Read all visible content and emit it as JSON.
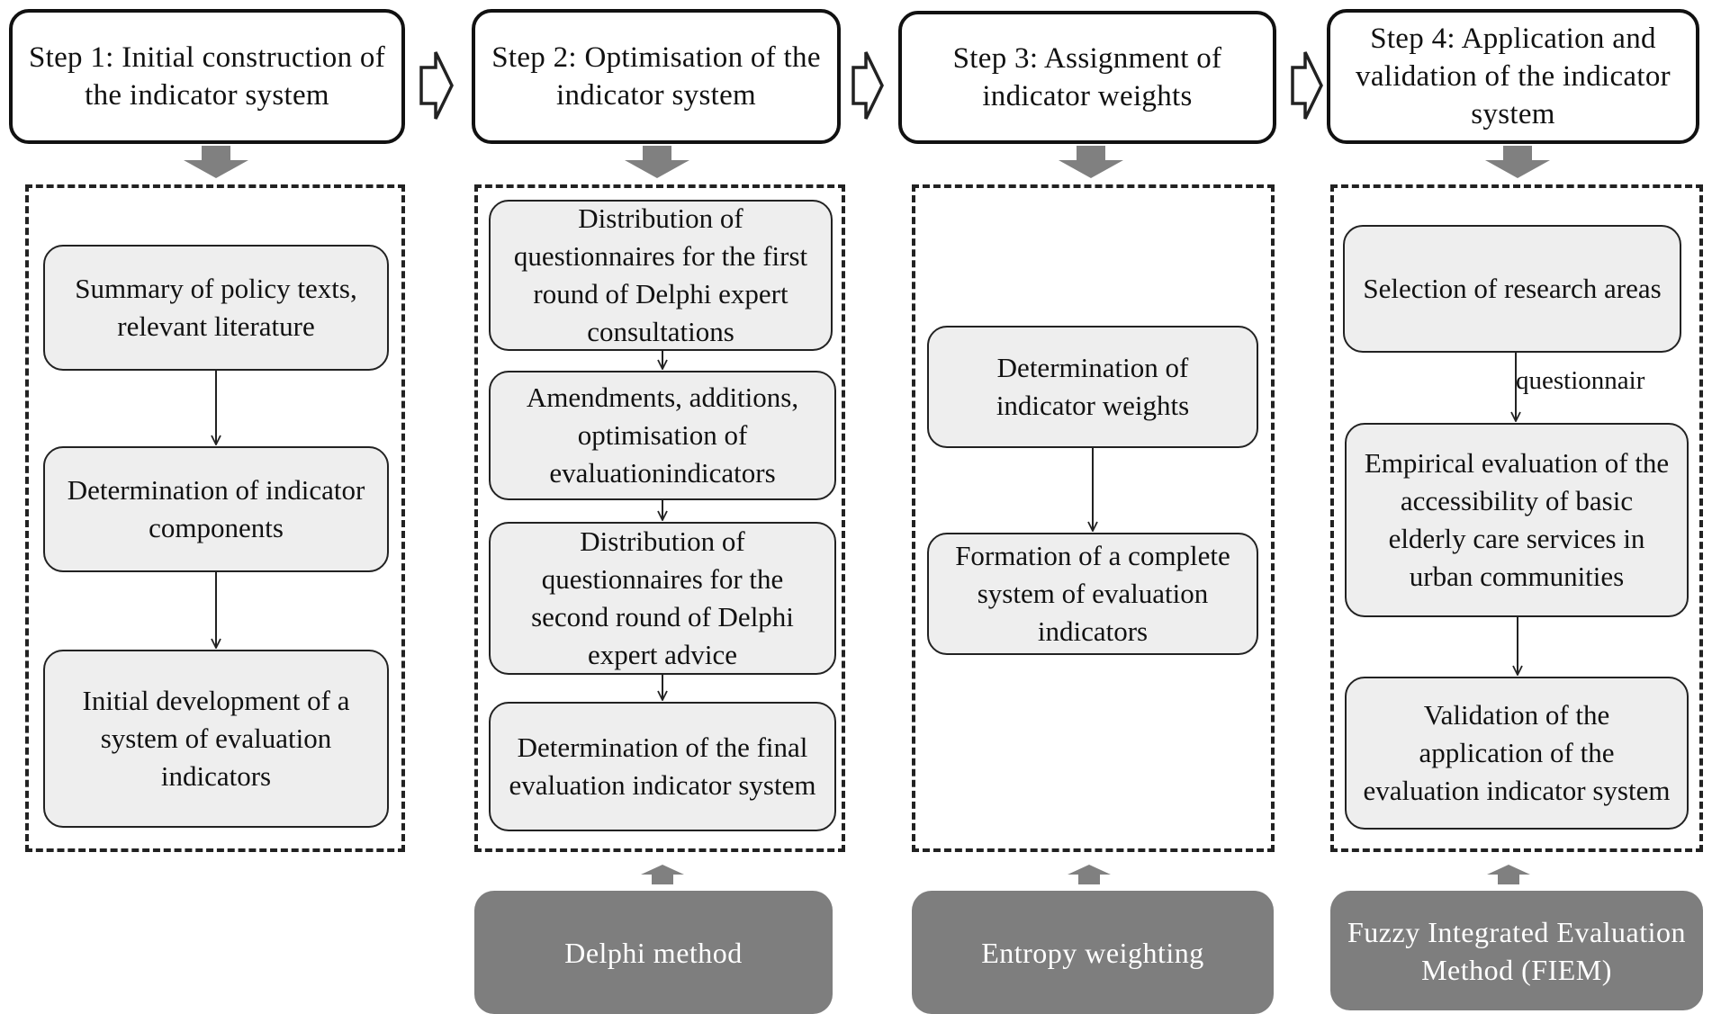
{
  "steps": [
    {
      "title": "Step 1: Initial construction of the indicator system"
    },
    {
      "title": "Step 2: Optimisation of the indicator system"
    },
    {
      "title": "Step 3: Assignment of indicator weights"
    },
    {
      "title": "Step 4: Application and validation of the indicator system"
    }
  ],
  "step1_nodes": [
    "Summary of policy texts, relevant literature",
    "Determination of indicator components",
    "Initial development of a system of evaluation indicators"
  ],
  "step2_nodes": [
    "Distribution of questionnaires for the first round of Delphi expert consultations",
    "Amendments, additions, optimisation of evaluationindicators",
    "Distribution of questionnaires for the second round of Delphi expert advice",
    "Determination of the final evaluation indicator system"
  ],
  "step3_nodes": [
    "Determination of indicator weights",
    "Formation of a complete system of evaluation indicators"
  ],
  "step4_nodes": [
    "Selection of research areas",
    "Empirical evaluation of the accessibility of basic elderly care services in urban communities",
    "Validation of the application of the evaluation indicator system"
  ],
  "step4_edge_label": "questionnair",
  "methods": [
    "Delphi method",
    "Entropy weighting",
    "Fuzzy Integrated Evaluation Method (FIEM)"
  ],
  "colors": {
    "node_fill": "#eeeeee",
    "method_fill": "#7e7e7e",
    "thick_arrow": "#808080",
    "border": "#111111"
  }
}
